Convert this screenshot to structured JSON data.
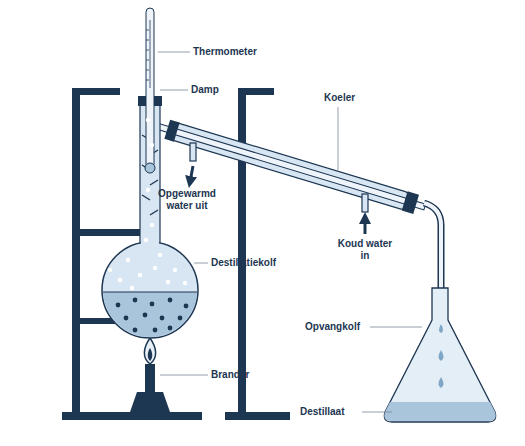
{
  "diagram": {
    "labels": [
      "Thermometer",
      "Damp",
      "Koeler",
      "Opgewarmd water uit",
      "Koud water in",
      "Destillatiekolf",
      "Brander",
      "Opvangkolf",
      "Destillaat"
    ]
  }
}
